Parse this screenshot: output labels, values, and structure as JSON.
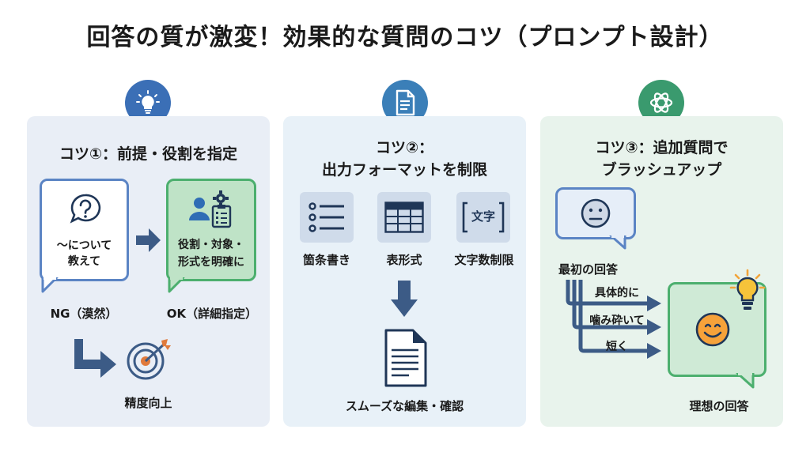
{
  "title": "回答の質が激変！効果的な質問のコツ（プロンプト設計）",
  "panel1": {
    "title": "コツ①：前提・役割を指定",
    "ng_bubble_text": "〜について\n教えて",
    "ng_label": "NG（漠然）",
    "ok_bubble_text": "役割・対象・\n形式を明確に",
    "ok_label": "OK（詳細指定）",
    "result_label": "精度向上"
  },
  "panel2": {
    "title": "コツ②：\n出力フォーマットを制限",
    "format_items": [
      "箇条書き",
      "表形式",
      "文字数制限"
    ],
    "text_icon_label": "文字",
    "result_label": "スムーズな編集・確認"
  },
  "panel3": {
    "title": "コツ③：追加質問で\nブラッシュアップ",
    "first_answer_label": "最初の回答",
    "followups": [
      "具体的に",
      "噛み砕いて",
      "短く"
    ],
    "ideal_answer_label": "理想の回答"
  },
  "colors": {
    "header_icon_blue": "#3b6fb6",
    "header_icon_green": "#3a9a6e",
    "ng_bubble_border": "#5b84c4",
    "ok_bubble_fill": "#bfe3c7",
    "ok_bubble_border": "#4caf6e",
    "arrow": "#3c5b86",
    "ideal_bubble_fill": "#cfead6"
  },
  "icons": [
    "lightbulb-icon",
    "document-icon",
    "openai-logo-icon",
    "question-icon",
    "user-gear-clipboard-icon",
    "target-icon",
    "list-icon",
    "table-icon",
    "text-count-icon",
    "neutral-face-icon",
    "smile-face-icon",
    "lightbulb-idea-icon"
  ]
}
